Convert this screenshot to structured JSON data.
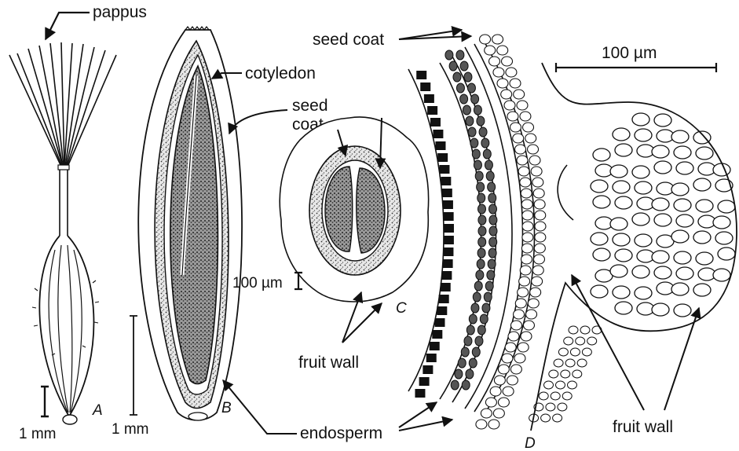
{
  "labels": {
    "pappus": "pappus",
    "cotyledon": "cotyledon",
    "seed_coat_b": "seed",
    "seed_coat_b_line2": "coat",
    "seed_coat_d": "seed coat",
    "fruit_wall_c": "fruit wall",
    "fruit_wall_d": "fruit wall",
    "endosperm": "endosperm"
  },
  "scale_bars": {
    "a": "1 mm",
    "b": "1 mm",
    "c": "100 µm",
    "d": "100 µm"
  },
  "panels": {
    "a": "A",
    "b": "B",
    "c": "C",
    "d": "D"
  }
}
